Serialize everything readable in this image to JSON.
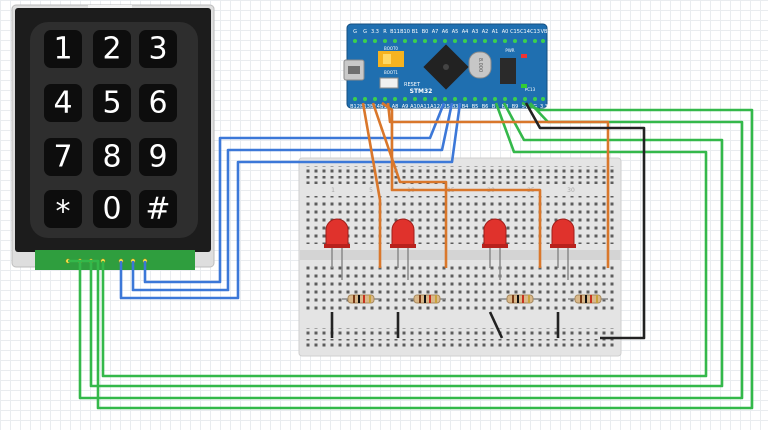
{
  "keypad": {
    "keys": [
      "1",
      "2",
      "3",
      "4",
      "5",
      "6",
      "7",
      "8",
      "9",
      "*",
      "0",
      "#"
    ]
  },
  "board": {
    "chip_label": "STM32",
    "reset_label": "RESET",
    "boot0_label": "BOOT0",
    "boot1_label": "BOOT1",
    "pwr_label": "PWR",
    "pc13_label": "PC13",
    "crystal_label": "8.000",
    "top_pins": [
      "G",
      "G",
      "3.3",
      "R",
      "B11",
      "B10",
      "B1",
      "B0",
      "A7",
      "A6",
      "A5",
      "A4",
      "A3",
      "A2",
      "A1",
      "A0",
      "C15",
      "C14",
      "C13",
      "VB"
    ],
    "bottom_pins": [
      "B12",
      "B13",
      "B14",
      "B15",
      "A8",
      "A9",
      "A10",
      "A11",
      "A12",
      "A15",
      "B3",
      "B4",
      "B5",
      "B6",
      "B7",
      "B8",
      "B9",
      "5V",
      "G",
      "3.3"
    ]
  },
  "breadboard": {
    "column_marks": [
      "1",
      "5",
      "10",
      "15",
      "20",
      "25",
      "30"
    ]
  },
  "colors": {
    "wire_blue": "#3c78d8",
    "wire_orange": "#d9772b",
    "wire_green": "#34b84a",
    "wire_black": "#222222",
    "led_red": "#e0322c",
    "board_blue": "#1f6fb0"
  }
}
